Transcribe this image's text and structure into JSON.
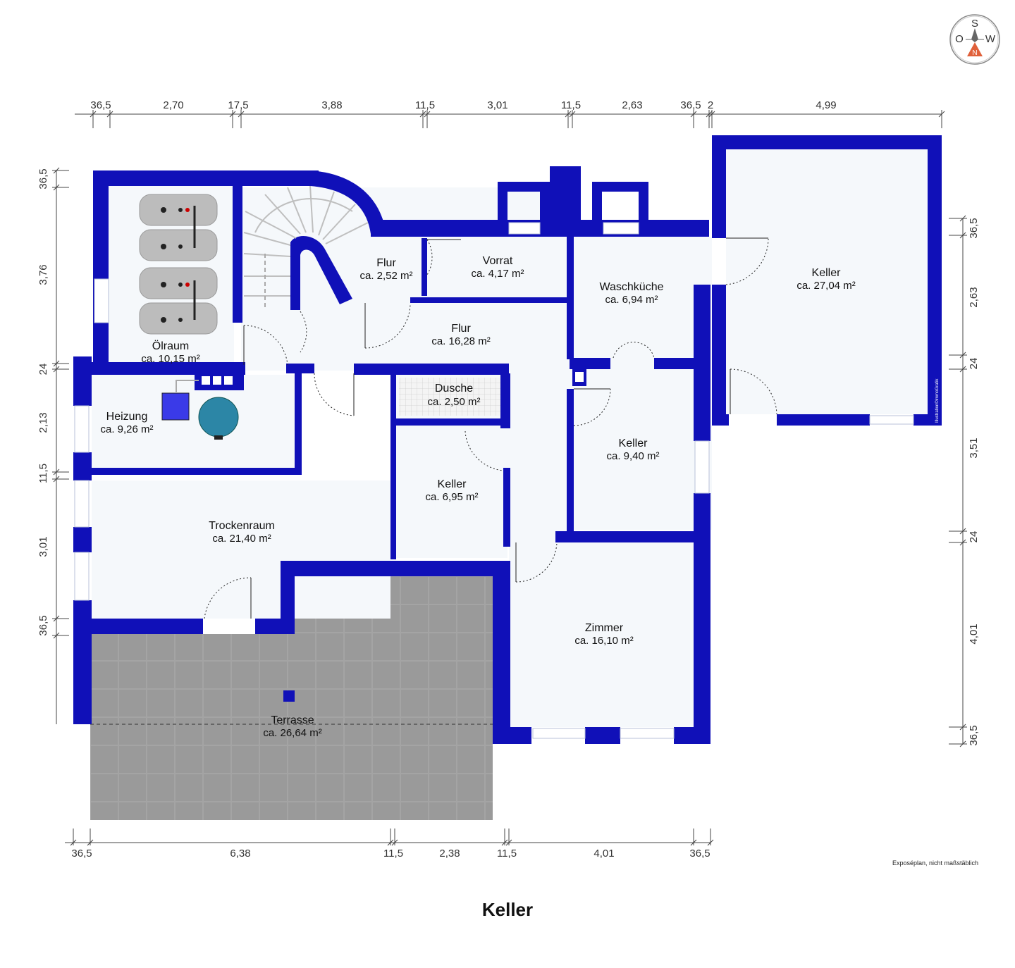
{
  "title": "Keller",
  "note": "Exposéplan, nicht maßstäblich",
  "credit": "Illustration©immoGrafik",
  "colors": {
    "wall": "#1010b8",
    "floor": "#f5f8fb",
    "terrace": "#9c9c9c",
    "dim": "#333333"
  },
  "compass": {
    "n": "N",
    "s": "S",
    "w": "W",
    "o": "O"
  },
  "dimensions": {
    "top": [
      "36,5",
      "2,70",
      "17,5",
      "3,88",
      "11,5",
      "3,01",
      "11,5",
      "2,63",
      "36,5",
      "2",
      "4,99"
    ],
    "bottom": [
      "36,5",
      "6,38",
      "11,5",
      "2,38",
      "11,5",
      "4,01",
      "36,5"
    ],
    "left": [
      "36,5",
      "3,76",
      "24",
      "2,13",
      "11,5",
      "3,01",
      "36,5"
    ],
    "right": [
      "36,5",
      "2,63",
      "24",
      "3,51",
      "24",
      "4,01",
      "36,5"
    ]
  },
  "rooms": [
    {
      "name": "Ölraum",
      "area": "ca. 10,15 m²"
    },
    {
      "name": "Flur",
      "area": "ca. 2,52 m²"
    },
    {
      "name": "Vorrat",
      "area": "ca. 4,17 m²"
    },
    {
      "name": "Waschküche",
      "area": "ca. 6,94 m²"
    },
    {
      "name": "Keller",
      "area": "ca. 27,04 m²"
    },
    {
      "name": "Flur",
      "area": "ca. 16,28 m²"
    },
    {
      "name": "Heizung",
      "area": "ca. 9,26 m²"
    },
    {
      "name": "Dusche",
      "area": "ca. 2,50 m²"
    },
    {
      "name": "Keller",
      "area": "ca. 9,40 m²"
    },
    {
      "name": "Keller",
      "area": "ca. 6,95 m²"
    },
    {
      "name": "Trockenraum",
      "area": "ca. 21,40 m²"
    },
    {
      "name": "Zimmer",
      "area": "ca. 16,10 m²"
    },
    {
      "name": "Terrasse",
      "area": "ca. 26,64 m²"
    }
  ]
}
